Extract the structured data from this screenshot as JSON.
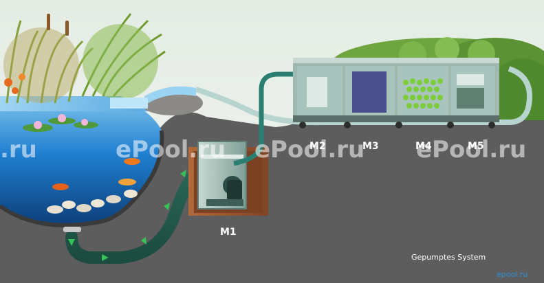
{
  "modules": {
    "m1": "M1",
    "m2": "M2",
    "m3": "M3",
    "m4": "M4",
    "m5": "M5"
  },
  "caption": "Gepumptes System",
  "watermarks": {
    "w1": ".ru",
    "w2": "ePool.ru",
    "w3": "ePool.ru",
    "w4": "ePool.ru"
  },
  "corner_mark": "epool.ru",
  "colors": {
    "sky": "#eef3ee",
    "ground": "#5d5d5e",
    "water": "#1b78c9",
    "pipe": "#3a6f5e",
    "pipe_light": "#b8d4cf",
    "wood": "#9a5a32",
    "filter_body": "#8fb0a7",
    "foliage": "#5c9a3a",
    "arrow": "#36c255"
  }
}
